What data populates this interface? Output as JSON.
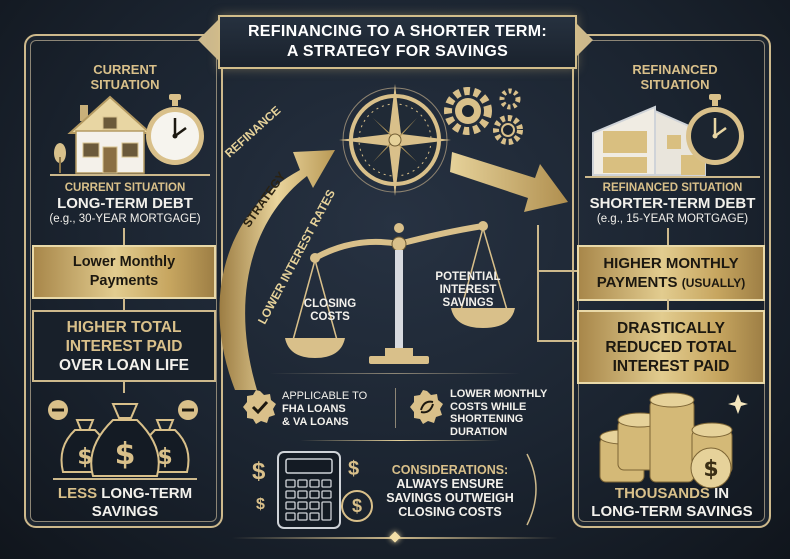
{
  "title": {
    "line1": "REFINANCING TO A SHORTER TERM:",
    "line2": "A STRATEGY FOR SAVINGS"
  },
  "left_panel": {
    "header_line1": "CURRENT",
    "header_line2": "SITUATION",
    "icons": [
      "house-icon",
      "stopwatch-icon",
      "tree-icon"
    ],
    "subtitle": "CURRENT SITUATION",
    "debt_label": "LONG-TERM DEBT",
    "example": "(e.g., 30-YEAR MORTGAGE)",
    "box1_line1": "Lower Monthly",
    "box1_line2": "Payments",
    "box2_line1": "HIGHER TOTAL",
    "box2_line2": "INTEREST PAID",
    "box2_line3": "OVER LOAN LIFE",
    "savings_icons": [
      "money-bag-icon",
      "minus-icon"
    ],
    "savings_word1": "LESS",
    "savings_word2": "LONG-TERM",
    "savings_line2": "SAVINGS"
  },
  "right_panel": {
    "header_line1": "REFINANCED",
    "header_line2": "SITUATION",
    "icons": [
      "modern-house-icon",
      "stopwatch-icon"
    ],
    "subtitle": "REFINANCED SITUATION",
    "debt_label": "SHORTER-TERM DEBT",
    "example": "(e.g., 15-YEAR MORTGAGE)",
    "box1_line1": "HIGHER MONTHLY",
    "box1_line2a": "PAYMENTS",
    "box1_line2b": "(USUALLY)",
    "box2_line1": "DRASTICALLY",
    "box2_line2": "REDUCED TOTAL",
    "box2_line3": "INTEREST PAID",
    "savings_icons": [
      "coin-stack-icon",
      "sparkle-icon"
    ],
    "savings_word1": "THOUSANDS",
    "savings_word2": "IN",
    "savings_line2": "LONG-TERM SAVINGS"
  },
  "center": {
    "arrow_text1": "REFINANCE",
    "arrow_text2": "STRATEGY",
    "arrow_text3": "LOWER INTEREST RATES",
    "icons": [
      "compass-icon",
      "gears-icon",
      "balance-scale-icon"
    ],
    "scale_left_line1": "CLOSING",
    "scale_left_line2": "COSTS",
    "scale_right_line1": "POTENTIAL",
    "scale_right_line2": "INTEREST",
    "scale_right_line3": "SAVINGS",
    "badge1_line1": "APPLICABLE TO",
    "badge1_line2": "FHA LOANS",
    "badge1_line3": "& VA LOANS",
    "badge2_line1": "LOWER MONTHLY",
    "badge2_line2": "COSTS WHILE",
    "badge2_line3": "SHORTENING",
    "badge2_line4": "DURATION",
    "considerations_label": "CONSIDERATIONS:",
    "considerations_line1": "ALWAYS ENSURE",
    "considerations_line2": "SAVINGS OUTWEIGH",
    "considerations_line3": "CLOSING COSTS",
    "calc_icon": "calculator-icon",
    "dollar_glyph": "$"
  },
  "colors": {
    "gold": "#d9c08a",
    "gold_bright": "#e2cc8f",
    "gold_dark": "#a8874a",
    "background": "#1b2430",
    "text_white": "#f3f1ec",
    "text_dark": "#1c1810"
  }
}
